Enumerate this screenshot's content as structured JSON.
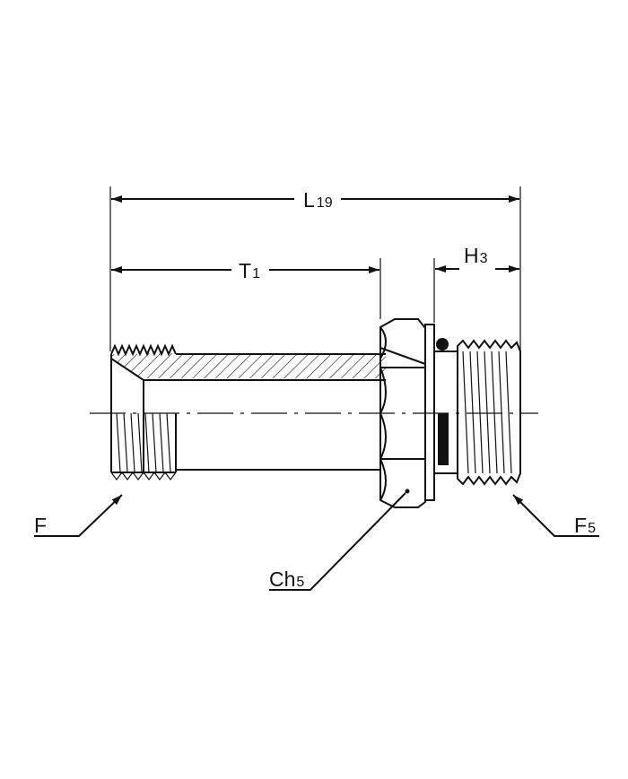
{
  "labels": {
    "overall_length": {
      "main": "L",
      "sub": "19"
    },
    "thread_length": {
      "main": "T",
      "sub": "1"
    },
    "stud_length": {
      "main": "H",
      "sub": "3"
    },
    "left_thread": {
      "main": "F",
      "sub": ""
    },
    "right_thread": {
      "main": "F",
      "sub": "5"
    },
    "hex": {
      "main": "Ch",
      "sub": "5"
    }
  },
  "colors": {
    "ink": "#111111",
    "background": "#ffffff"
  }
}
